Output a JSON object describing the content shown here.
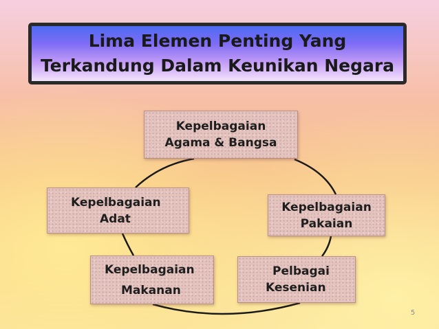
{
  "title": {
    "line1": "Lima Elemen  Penting  Yang",
    "line2": "Terkandung Dalam Keunikan Negara"
  },
  "cycle": [
    {
      "id": "agama",
      "lines": [
        "Kepelbagaian",
        "Agama & Bangsa"
      ]
    },
    {
      "id": "pakaian",
      "lines": [
        "Kepelbagaian",
        "Pakaian"
      ]
    },
    {
      "id": "kesenian",
      "lines": [
        "Pelbagai",
        "Kesenian"
      ]
    },
    {
      "id": "makanan",
      "lines": [
        "Kepelbagaian",
        "Makanan"
      ]
    },
    {
      "id": "adat",
      "lines": [
        "Kepelbagaian",
        "Adat"
      ]
    }
  ],
  "page_number": "5",
  "colors": {
    "title_border": "#2a2a2a",
    "title_gradient_top": "#4d6cf2",
    "title_gradient_bottom": "#f3e3fb",
    "node_fill": "#e4c3bf",
    "connector": "#1a1a1a"
  }
}
